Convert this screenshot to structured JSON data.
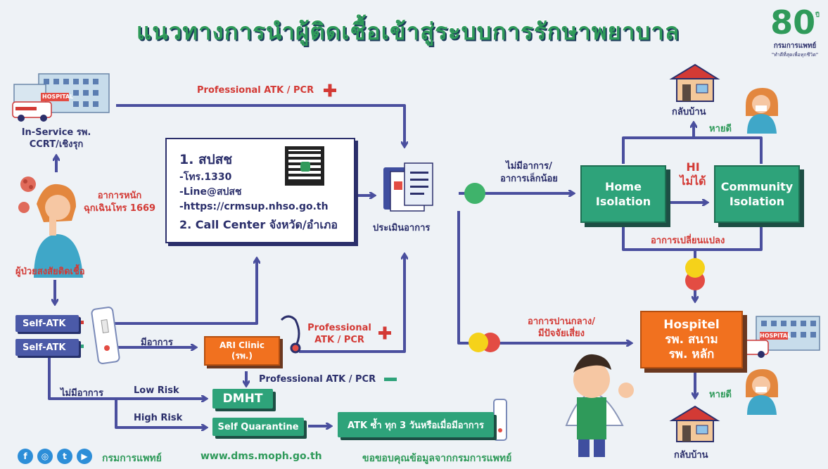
{
  "title": "แนวทางการนำผู้ติดเชื้อเข้าสู่ระบบการรักษาพยาบาล",
  "logo": {
    "number": "80",
    "suffix": "ปี",
    "org": "กรมการแพทย์",
    "motto": "\"ทำดีที่สุดเพื่อทุกชีวิต\""
  },
  "hospital_sign": "HOSPITAL",
  "labels": {
    "in_service": "In-Service รพ.\nCCRT/เชิงรุก",
    "severe": "อาการหนัก\nฉุกเฉินโทร 1669",
    "suspected": "ผู้ป่วยสงสัยติดเชื้อ",
    "pro_atk_pos_top": "Professional ATK / PCR",
    "no_or_mild": "ไม่มีอาการ/\nอาการเล็กน้อย",
    "assess": "ประเมินอาการ",
    "home_return_top": "กลับบ้าน",
    "recovered_top": "หายดี",
    "hi_fail": "HI\nไม่ได้",
    "symptom_change": "อาการเปลี่ยนแปลง",
    "moderate": "อาการปานกลาง/\nมีปัจจัยเสี่ยง",
    "recovered_bottom": "หายดี",
    "home_return_bottom": "กลับบ้าน",
    "has_symptoms": "มีอาการ",
    "pro_atk_pos_mid": "Professional\nATK / PCR",
    "no_symptoms": "ไม่มีอาการ",
    "low_risk": "Low Risk",
    "high_risk": "High Risk",
    "pro_atk_neg": "Professional ATK / PCR"
  },
  "info_box": {
    "line1": "1. สปสช",
    "items": [
      "-โทร.1330",
      "-Line@สปสช",
      "-https://crmsup.nhso.go.th"
    ],
    "line2": "2. Call Center จังหวัด/อำเภอ"
  },
  "boxes": {
    "home_isolation": "Home\nIsolation",
    "community_isolation": "Community\nIsolation",
    "hospitel": "Hospitel\nรพ. สนาม\nรพ. หลัก",
    "ari_clinic": "ARI Clinic\n(รพ.)",
    "dmht": "DMHT",
    "self_quarantine": "Self Quarantine",
    "atk_repeat": "ATK ซ้ำ ทุก 3 วันหรือเมื่อมีอาการ"
  },
  "tags": {
    "self_atk_pos": "Self-ATK",
    "self_atk_neg": "Self-ATK"
  },
  "footer": {
    "org": "กรมการแพทย์",
    "url": "www.dms.moph.go.th",
    "thanks": "ขอขอบคุณข้อมูลจากกรมการแพทย์",
    "social": [
      "f",
      "◎",
      "t",
      "▶"
    ]
  },
  "colors": {
    "navy": "#2b2f6b",
    "arrow": "#4a4f9e",
    "green": "#2ea37a",
    "orange": "#f1711f",
    "red": "#d33a35",
    "yellow": "#f5d21a",
    "dot_green": "#3fb36b"
  }
}
